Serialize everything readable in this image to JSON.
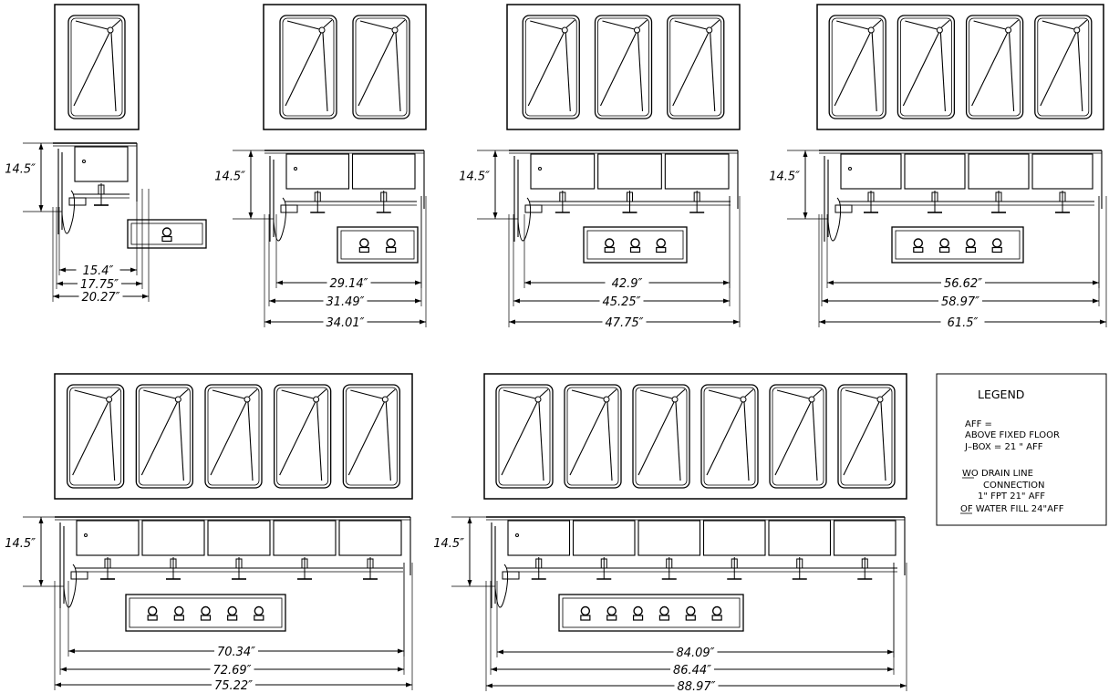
{
  "units": [
    {
      "wells": 1,
      "height": "14.5″",
      "dims": [
        "15.4″",
        "17.75″",
        "20.27″"
      ]
    },
    {
      "wells": 2,
      "height": "14.5″",
      "dims": [
        "29.14″",
        "31.49″",
        "34.01″"
      ]
    },
    {
      "wells": 3,
      "height": "14.5″",
      "dims": [
        "42.9″",
        "45.25″",
        "47.75″"
      ]
    },
    {
      "wells": 4,
      "height": "14.5″",
      "dims": [
        "56.62″",
        "58.97″",
        "61.5″"
      ]
    },
    {
      "wells": 5,
      "height": "14.5″",
      "dims": [
        "70.34″",
        "72.69″",
        "75.22″"
      ]
    },
    {
      "wells": 6,
      "height": "14.5″",
      "dims": [
        "84.09″",
        "86.44″",
        "88.97″"
      ]
    }
  ],
  "legend": {
    "title": "LEGEND",
    "lines": [
      "AFF =",
      "ABOVE FIXED FLOOR",
      "J–BOX = 21 \" AFF",
      "WO DRAIN LINE",
      "CONNECTION",
      "1\" FPT 21\" AFF",
      "OF WATER FILL 24\"AFF"
    ]
  },
  "colors": {
    "line": "#000000",
    "background": "#ffffff"
  }
}
